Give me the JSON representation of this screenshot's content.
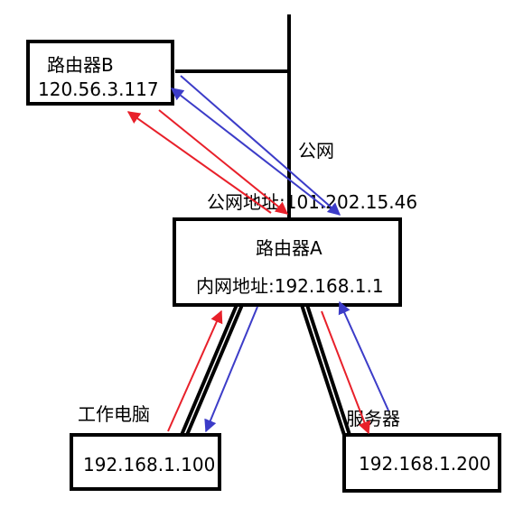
{
  "nodes": {
    "router_b": {
      "name": "路由器B",
      "ip": "120.56.3.117"
    },
    "router_a": {
      "name": "路由器A",
      "lan_ip": "内网地址:192.168.1.1",
      "wan_ip": "公网地址:101.202.15.46"
    },
    "work_pc": {
      "name": "工作电脑",
      "ip": "192.168.1.100"
    },
    "server": {
      "name": "服务器",
      "ip": "192.168.1.200"
    }
  },
  "labels": {
    "public_network": "公网"
  },
  "colors": {
    "request_arrow": "#e8202a",
    "response_arrow": "#3c3cc8",
    "line": "#000000"
  }
}
